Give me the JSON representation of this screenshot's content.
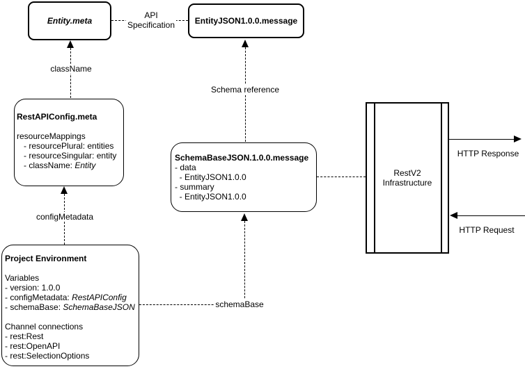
{
  "nodes": {
    "entity_meta": {
      "title": "Entity.meta"
    },
    "entity_json": {
      "title": "EntityJSON1.0.0.message"
    },
    "rest_api_config": {
      "title": "RestAPIConfig.meta",
      "lines": [
        {
          "t": "resourceMappings",
          "i": ""
        },
        {
          "t": "   - resourcePlural: entities",
          "i": ""
        },
        {
          "t": "   - resourceSingular: entity",
          "i": ""
        },
        {
          "t": "   - className: ",
          "i": "Entity"
        }
      ]
    },
    "schema_base_json": {
      "title": "SchemaBaseJSON.1.0.0.message",
      "lines": [
        {
          "t": "- data",
          "i": ""
        },
        {
          "t": "  - EntityJSON1.0.0",
          "i": ""
        },
        {
          "t": "- summary",
          "i": ""
        },
        {
          "t": "  - EntityJSON1.0.0",
          "i": ""
        }
      ]
    },
    "project_environment": {
      "title": "Project Environment",
      "sections": [
        {
          "heading": "Variables",
          "lines": [
            {
              "t": "- version: 1.0.0",
              "i": ""
            },
            {
              "t": "- configMetadata: ",
              "i": "RestAPIConfig"
            },
            {
              "t": "- schemaBase: ",
              "i": "SchemaBaseJSON"
            }
          ]
        },
        {
          "heading": "Channel connections",
          "lines": [
            {
              "t": "- rest:Rest",
              "i": ""
            },
            {
              "t": "- rest:OpenAPI",
              "i": ""
            },
            {
              "t": "- rest:SelectionOptions",
              "i": ""
            }
          ]
        }
      ]
    },
    "restv2_infrastructure": {
      "line1": "RestV2",
      "line2": "Infrastructure"
    }
  },
  "edges": {
    "api_specification": {
      "label_line1": "API",
      "label_line2": "Specification"
    },
    "class_name": {
      "label": "className"
    },
    "schema_reference": {
      "label": "Schema reference"
    },
    "config_metadata": {
      "label": "configMetadata"
    },
    "schema_base": {
      "label": "schemaBase"
    },
    "http_response": {
      "label": "HTTP Response"
    },
    "http_request": {
      "label": "HTTP Request"
    }
  },
  "colors": {
    "stroke": "#000000",
    "background": "#ffffff",
    "text": "#000000"
  }
}
